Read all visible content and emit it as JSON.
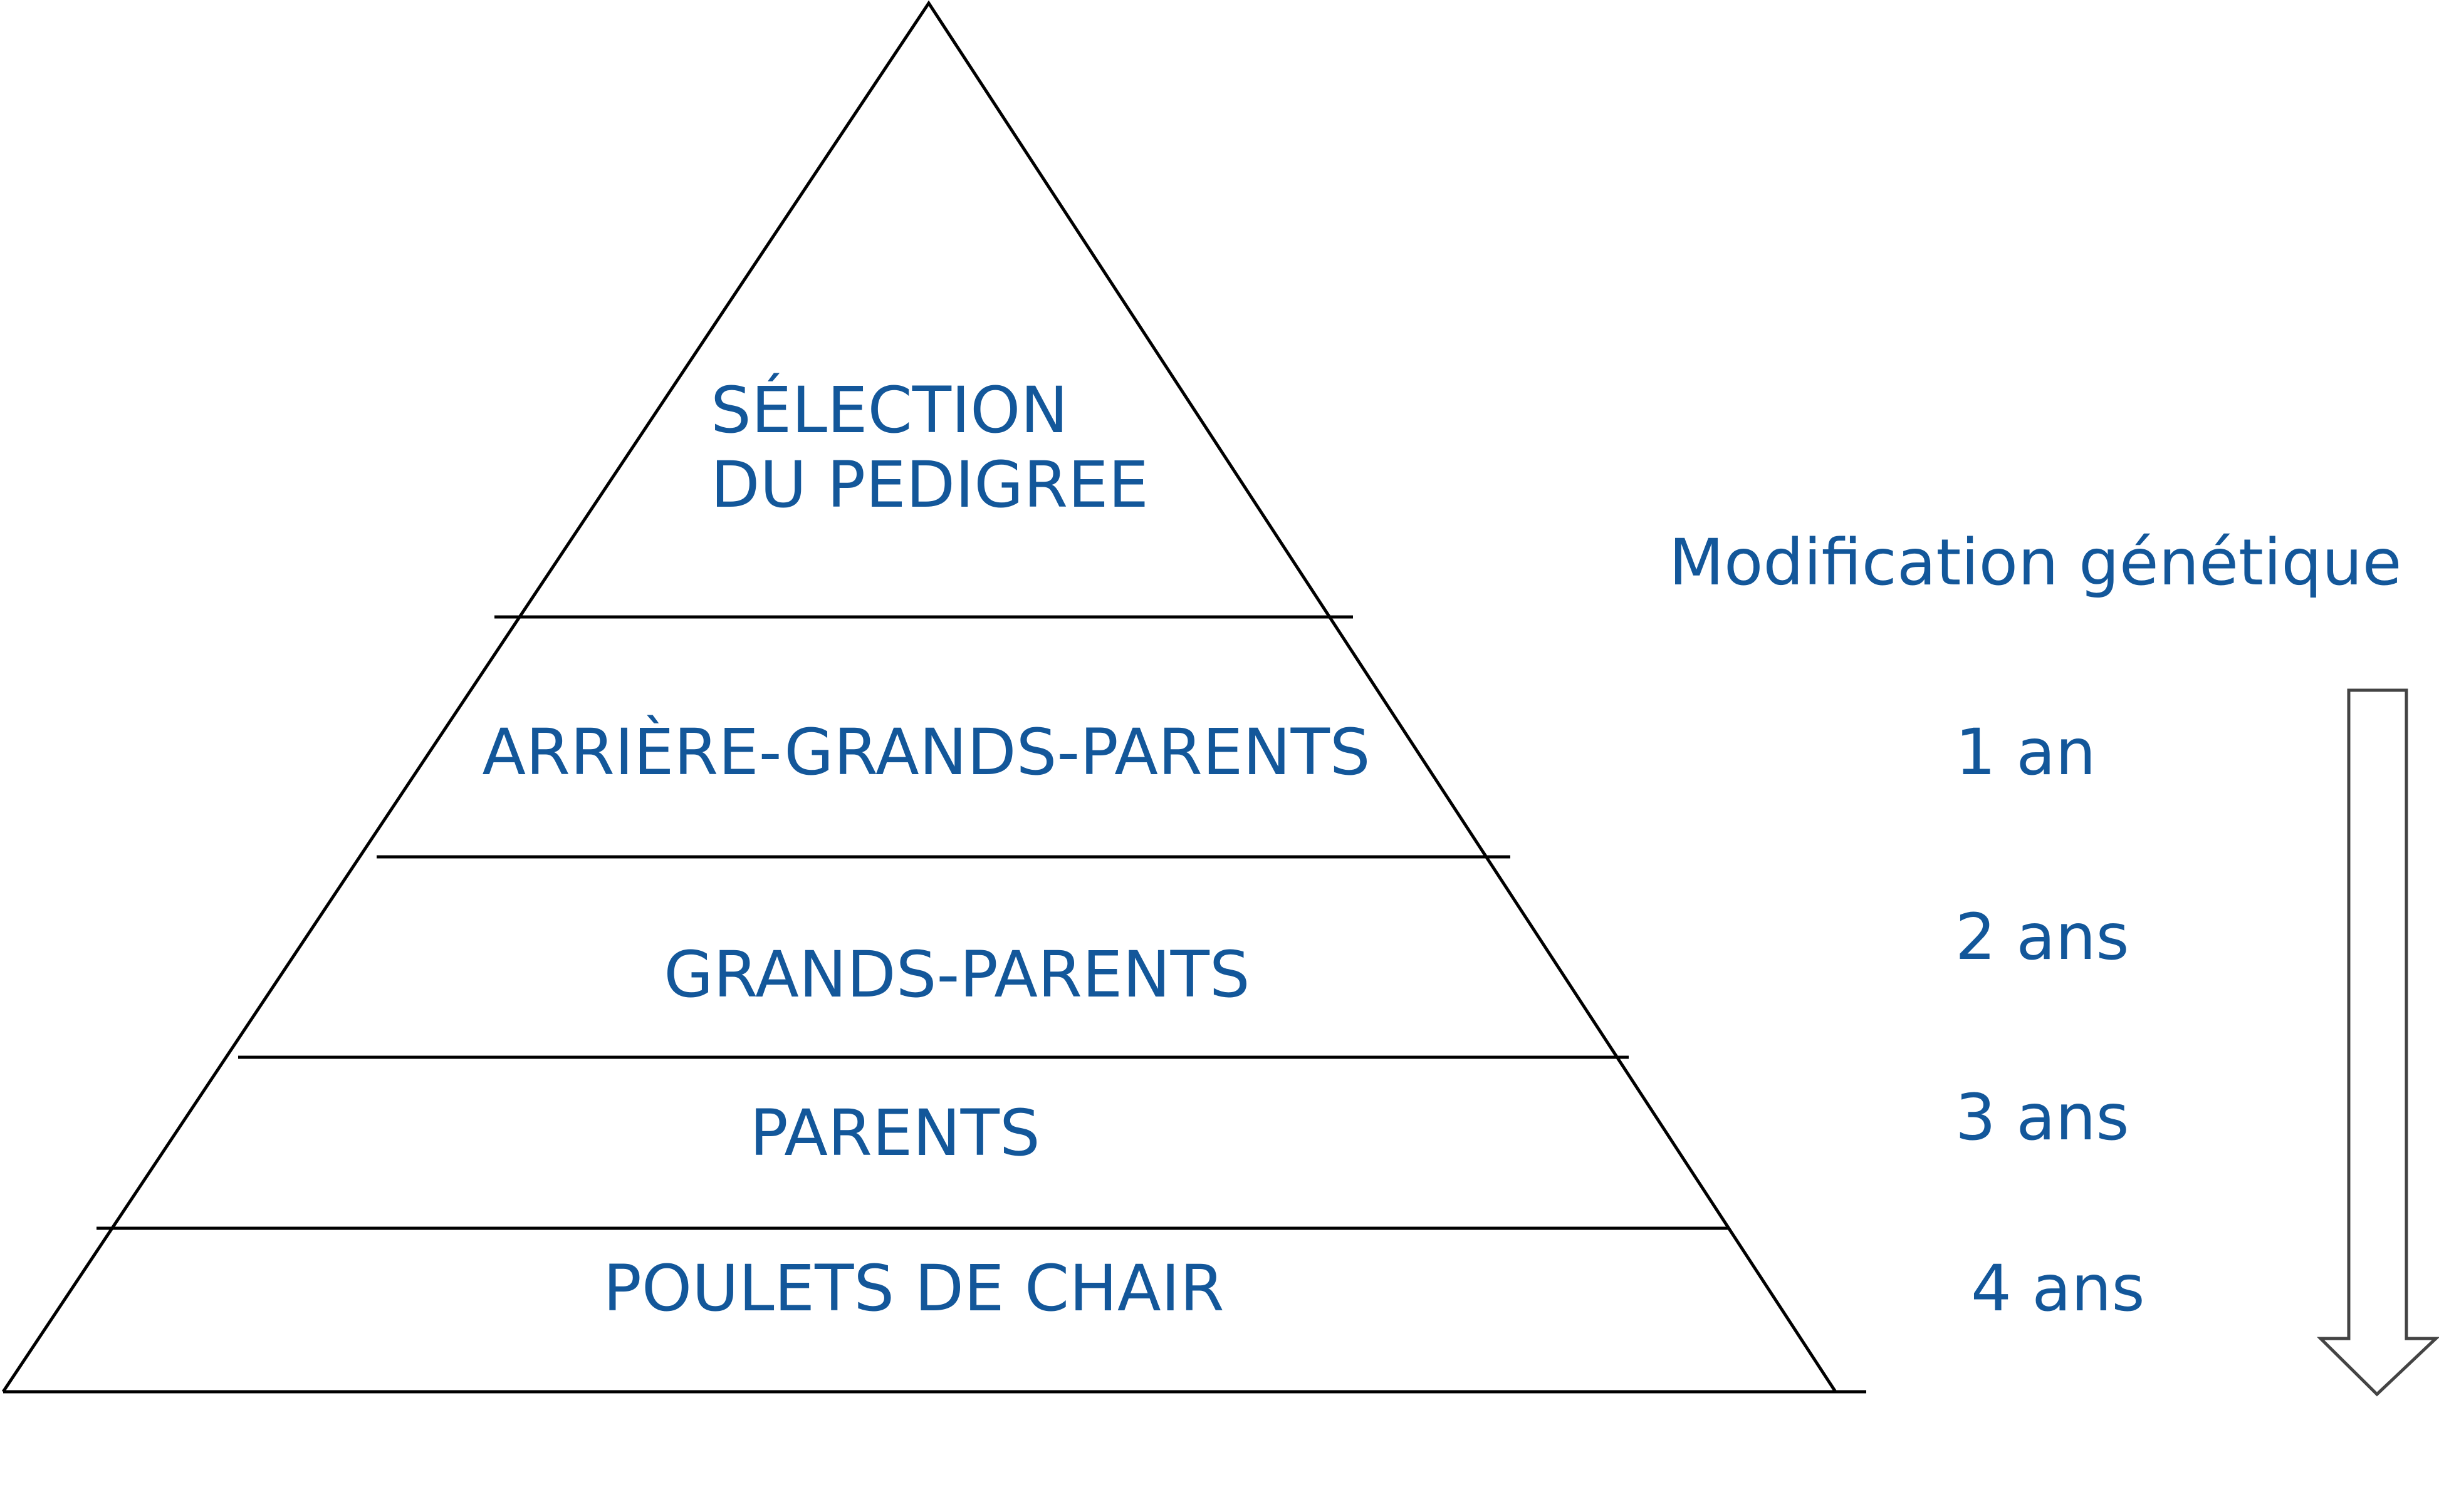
{
  "colors": {
    "text": "#13579a",
    "lines": "#000000",
    "arrow": "#444444"
  },
  "pyramid": {
    "levels": [
      {
        "line1": "SÉLECTION",
        "line2": "DU PEDIGREE"
      },
      {
        "label": "ARRIÈRE-GRANDS-PARENTS"
      },
      {
        "label": "GRANDS-PARENTS"
      },
      {
        "label": "PARENTS"
      },
      {
        "label": "POULETS DE CHAIR"
      }
    ]
  },
  "timeline": {
    "title": "Modification génétique",
    "steps": [
      "1 an",
      "2 ans",
      "3 ans",
      "4 ans"
    ]
  }
}
